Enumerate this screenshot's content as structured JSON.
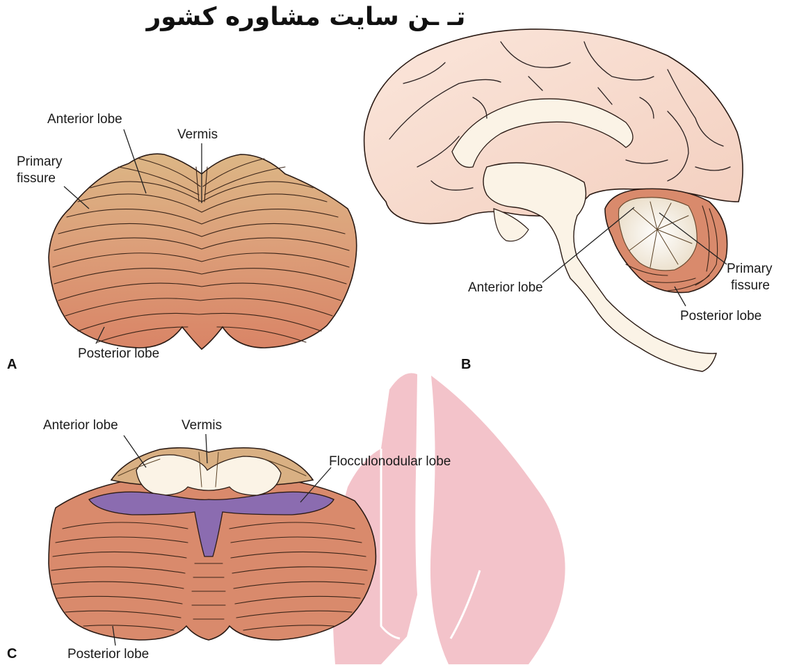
{
  "watermark": {
    "text": "تـ ـن سایت مشاوره کشور"
  },
  "colors": {
    "cerebrum": "#f8dfd3",
    "white_matter": "#fbf3e6",
    "cerebellum_anterior": "#d9b083",
    "cerebellum_posterior": "#d98a6c",
    "flocculonodular": "#8b6cb0",
    "watermark_logo": "#f3c3ca"
  },
  "panel_a": {
    "letter": "A",
    "labels": {
      "anterior_lobe": "Anterior lobe",
      "vermis": "Vermis",
      "primary_fissure_1": "Primary",
      "primary_fissure_2": "fissure",
      "posterior_lobe": "Posterior lobe"
    }
  },
  "panel_b": {
    "letter": "B",
    "labels": {
      "anterior_lobe": "Anterior lobe",
      "primary_fissure_1": "Primary",
      "primary_fissure_2": "fissure",
      "posterior_lobe": "Posterior lobe"
    }
  },
  "panel_c": {
    "letter": "C",
    "labels": {
      "anterior_lobe": "Anterior lobe",
      "vermis": "Vermis",
      "flocculonodular_lobe": "Flocculonodular lobe",
      "posterior_lobe": "Posterior lobe"
    }
  }
}
